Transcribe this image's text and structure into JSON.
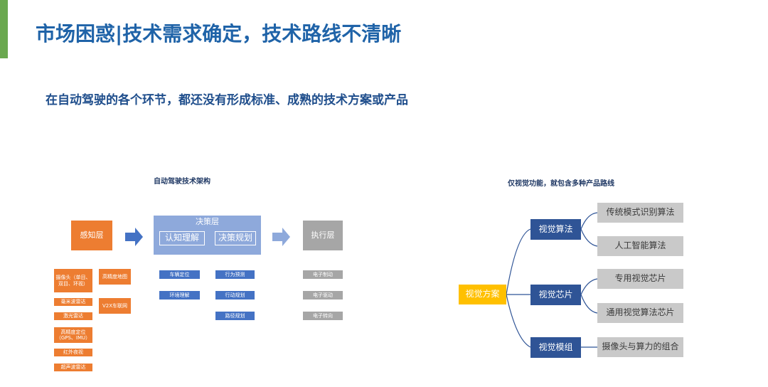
{
  "header": {
    "title": "市场困惑|技术需求确定，技术路线不清晰",
    "subtitle": "在自动驾驶的各个环节，都还没有形成标准、成熟的技术方案或产品"
  },
  "left_diagram": {
    "caption": "自动驾驶技术架构",
    "perception": "感知层",
    "decision": "决策层",
    "decision_sub": [
      "认知理解",
      "决策规划"
    ],
    "execution": "执行层",
    "sensors": [
      "摄像头（单目、双目、环视）",
      "毫米波雷达",
      "激光雷达",
      "高精度定位（GPS、IMU）",
      "红外夜视",
      "超声波雷达"
    ],
    "map_items": [
      "高精度地图",
      "V2X车联网"
    ],
    "cognition_items": [
      "车辆定位",
      "环境理解"
    ],
    "planning_items": [
      "行为预测",
      "行动规划",
      "路径规划"
    ],
    "execution_items": [
      "电子制动",
      "电子驱动",
      "电子转向"
    ]
  },
  "right_diagram": {
    "caption": "仅视觉功能，就包含多种产品路线",
    "root": "视觉方案",
    "branches": [
      {
        "label": "视觉算法",
        "leaves": [
          "传统模式识别算法",
          "人工智能算法"
        ]
      },
      {
        "label": "视觉芯片",
        "leaves": [
          "专用视觉芯片",
          "通用视觉算法芯片"
        ]
      },
      {
        "label": "视觉模组",
        "leaves": [
          "摄像头与算力的组合"
        ]
      }
    ]
  }
}
